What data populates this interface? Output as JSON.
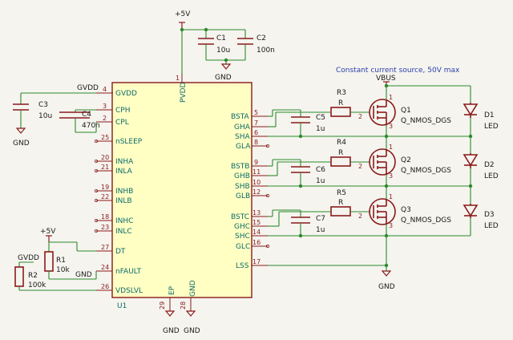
{
  "supply": {
    "plus5v_top": "+5V",
    "plus5v_left": "+5V",
    "vbus": "VBUS",
    "gvdd_top": "GVDD",
    "gvdd_left": "GVDD"
  },
  "grounds": {
    "gnd_c1c2": "GND",
    "gnd_c3": "GND",
    "gnd_ep": "GND",
    "gnd_28": "GND",
    "gnd_fault": "GND",
    "gnd_lss": "GND"
  },
  "note": "Constant current source, 50V max",
  "ic": {
    "ref": "U1",
    "left_pins": [
      {
        "num": "3",
        "name": "CPH"
      },
      {
        "num": "2",
        "name": "CPL"
      },
      {
        "num": "25",
        "name": "nSLEEP"
      },
      {
        "num": "20",
        "name": "INHA"
      },
      {
        "num": "21",
        "name": "INLA"
      },
      {
        "num": "19",
        "name": "INHB"
      },
      {
        "num": "22",
        "name": "INLB"
      },
      {
        "num": "18",
        "name": "INHC"
      },
      {
        "num": "23",
        "name": "INLC"
      },
      {
        "num": "27",
        "name": "DT"
      },
      {
        "num": "24",
        "name": "nFAULT"
      },
      {
        "num": "26",
        "name": "VDSLVL"
      }
    ],
    "gvdd_pin": {
      "num": "4",
      "name": "GVDD"
    },
    "pvdd_pin": {
      "num": "1",
      "name": "PVDD"
    },
    "right_pins": [
      {
        "num": "5",
        "name": "BSTA"
      },
      {
        "num": "7",
        "name": "GHA"
      },
      {
        "num": "6",
        "name": "SHA"
      },
      {
        "num": "8",
        "name": "GLA"
      },
      {
        "num": "9",
        "name": "BSTB"
      },
      {
        "num": "11",
        "name": "GHB"
      },
      {
        "num": "10",
        "name": "SHB"
      },
      {
        "num": "12",
        "name": "GLB"
      },
      {
        "num": "13",
        "name": "BSTC"
      },
      {
        "num": "15",
        "name": "GHC"
      },
      {
        "num": "14",
        "name": "SHC"
      },
      {
        "num": "16",
        "name": "GLC"
      },
      {
        "num": "17",
        "name": "LSS"
      }
    ],
    "bottom_pins": [
      {
        "num": "29",
        "name": "EP"
      },
      {
        "num": "28",
        "name": "GND"
      }
    ]
  },
  "capacitors": [
    {
      "ref": "C1",
      "value": "10u"
    },
    {
      "ref": "C2",
      "value": "100n"
    },
    {
      "ref": "C3",
      "value": "10u"
    },
    {
      "ref": "C4",
      "value": "470n"
    },
    {
      "ref": "C5",
      "value": "1u"
    },
    {
      "ref": "C6",
      "value": "1u"
    },
    {
      "ref": "C7",
      "value": "1u"
    }
  ],
  "resistors": [
    {
      "ref": "R1",
      "value": "10k"
    },
    {
      "ref": "R2",
      "value": "100k"
    },
    {
      "ref": "R3",
      "value": "R"
    },
    {
      "ref": "R4",
      "value": "R"
    },
    {
      "ref": "R5",
      "value": "R"
    }
  ],
  "transistors": [
    {
      "ref": "Q1",
      "value": "Q_NMOS_DGS",
      "pins": [
        "1",
        "2",
        "3"
      ]
    },
    {
      "ref": "Q2",
      "value": "Q_NMOS_DGS",
      "pins": [
        "1",
        "2",
        "3"
      ]
    },
    {
      "ref": "Q3",
      "value": "Q_NMOS_DGS",
      "pins": [
        "1",
        "2",
        "3"
      ]
    }
  ],
  "leds": [
    {
      "ref": "D1",
      "value": "LED"
    },
    {
      "ref": "D2",
      "value": "LED"
    },
    {
      "ref": "D3",
      "value": "LED"
    }
  ],
  "colors": {
    "wire": "#2a8a2a",
    "part": "#8a1a1a",
    "ic_fill": "#ffffc4",
    "text": "#0d6a6a",
    "note": "#2c3eaa",
    "background": "#f5f4ef"
  }
}
